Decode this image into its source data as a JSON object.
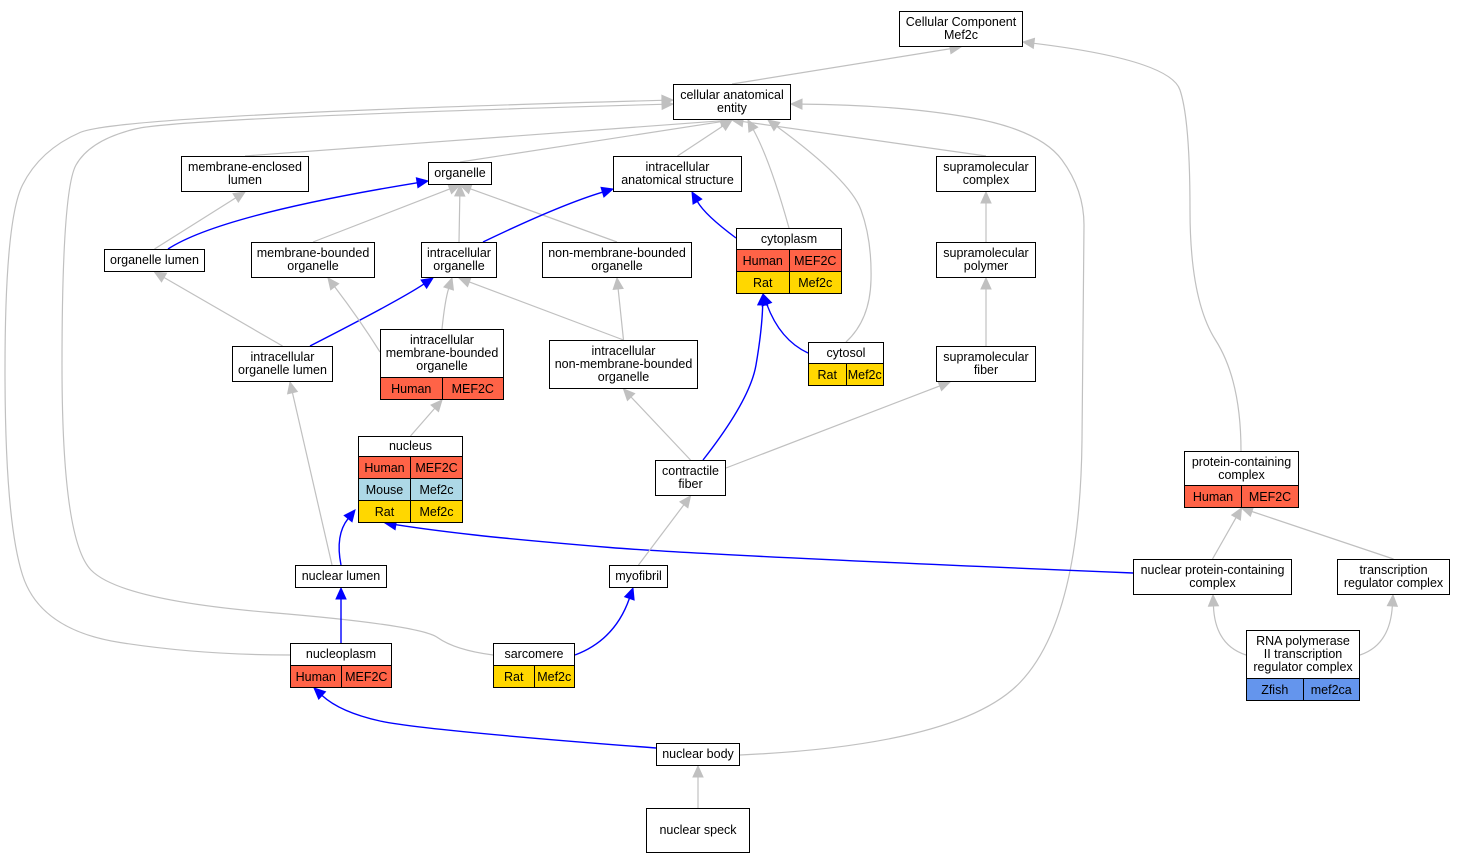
{
  "colors": {
    "Human": "#ff6347",
    "Mouse": "#add8e6",
    "Rat": "#ffd700",
    "Zfish": "#6495ed",
    "edge_gray": "#c0c0c0",
    "edge_blue": "#0000ff"
  },
  "nodes": {
    "cellular_component": {
      "title": "Cellular Component\nMef2c",
      "rows": []
    },
    "cellular_anatomical_entity": {
      "title": "cellular anatomical\nentity",
      "rows": []
    },
    "membrane_enclosed_lumen": {
      "title": "membrane-enclosed\nlumen",
      "rows": []
    },
    "organelle": {
      "title": "organelle",
      "rows": []
    },
    "intracellular_anatomical_structure": {
      "title": "intracellular\nanatomical structure",
      "rows": []
    },
    "supramolecular_complex": {
      "title": "supramolecular\ncomplex",
      "rows": []
    },
    "organelle_lumen": {
      "title": "organelle lumen",
      "rows": []
    },
    "membrane_bounded_organelle": {
      "title": "membrane-bounded\norganelle",
      "rows": []
    },
    "intracellular_organelle": {
      "title": "intracellular\norganelle",
      "rows": []
    },
    "non_membrane_bounded_organelle": {
      "title": "non-membrane-bounded\norganelle",
      "rows": []
    },
    "cytoplasm": {
      "title": "cytoplasm",
      "rows": [
        {
          "species": "Human",
          "gene": "MEF2C"
        },
        {
          "species": "Rat",
          "gene": "Mef2c"
        }
      ]
    },
    "supramolecular_polymer": {
      "title": "supramolecular\npolymer",
      "rows": []
    },
    "intracellular_membrane_bounded_organelle": {
      "title": "intracellular\nmembrane-bounded\norganelle",
      "rows": [
        {
          "species": "Human",
          "gene": "MEF2C"
        }
      ]
    },
    "intracellular_organelle_lumen": {
      "title": "intracellular\norganelle lumen",
      "rows": []
    },
    "intracellular_non_membrane_bounded_organelle": {
      "title": "intracellular\nnon-membrane-bounded\norganelle",
      "rows": []
    },
    "cytosol": {
      "title": "cytosol",
      "rows": [
        {
          "species": "Rat",
          "gene": "Mef2c"
        }
      ]
    },
    "supramolecular_fiber": {
      "title": "supramolecular\nfiber",
      "rows": []
    },
    "nucleus": {
      "title": "nucleus",
      "rows": [
        {
          "species": "Human",
          "gene": "MEF2C"
        },
        {
          "species": "Mouse",
          "gene": "Mef2c"
        },
        {
          "species": "Rat",
          "gene": "Mef2c"
        }
      ]
    },
    "contractile_fiber": {
      "title": "contractile\nfiber",
      "rows": []
    },
    "protein_containing_complex": {
      "title": "protein-containing\ncomplex",
      "rows": [
        {
          "species": "Human",
          "gene": "MEF2C"
        }
      ]
    },
    "nuclear_lumen": {
      "title": "nuclear lumen",
      "rows": []
    },
    "myofibril": {
      "title": "myofibril",
      "rows": []
    },
    "nuclear_protein_containing_complex": {
      "title": "nuclear protein-containing\ncomplex",
      "rows": []
    },
    "transcription_regulator_complex": {
      "title": "transcription\nregulator complex",
      "rows": []
    },
    "rna_polymerase_ii": {
      "title": "RNA polymerase\nII transcription\nregulator complex",
      "rows": [
        {
          "species": "Zfish",
          "gene": "mef2ca"
        }
      ]
    },
    "nucleoplasm": {
      "title": "nucleoplasm",
      "rows": [
        {
          "species": "Human",
          "gene": "MEF2C"
        }
      ]
    },
    "sarcomere": {
      "title": "sarcomere",
      "rows": [
        {
          "species": "Rat",
          "gene": "Mef2c"
        }
      ]
    },
    "nuclear_body": {
      "title": "nuclear body",
      "rows": []
    },
    "nuclear_speck": {
      "title": "nuclear speck",
      "rows": []
    }
  },
  "edges": [
    {
      "from": "cellular_anatomical_entity",
      "to": "cellular_component",
      "color": "gray"
    },
    {
      "from": "protein_containing_complex",
      "to": "cellular_component",
      "color": "gray"
    },
    {
      "from": "membrane_enclosed_lumen",
      "to": "cellular_anatomical_entity",
      "color": "gray"
    },
    {
      "from": "organelle",
      "to": "cellular_anatomical_entity",
      "color": "gray"
    },
    {
      "from": "intracellular_anatomical_structure",
      "to": "cellular_anatomical_entity",
      "color": "gray"
    },
    {
      "from": "cytoplasm",
      "to": "cellular_anatomical_entity",
      "color": "gray"
    },
    {
      "from": "cytosol",
      "to": "cellular_anatomical_entity",
      "color": "gray"
    },
    {
      "from": "supramolecular_complex",
      "to": "cellular_anatomical_entity",
      "color": "gray"
    },
    {
      "from": "nucleoplasm",
      "to": "cellular_anatomical_entity",
      "color": "gray"
    },
    {
      "from": "sarcomere",
      "to": "cellular_anatomical_entity",
      "color": "gray"
    },
    {
      "from": "nuclear_body",
      "to": "cellular_anatomical_entity",
      "color": "gray"
    },
    {
      "from": "organelle_lumen",
      "to": "membrane_enclosed_lumen",
      "color": "gray"
    },
    {
      "from": "organelle_lumen",
      "to": "organelle",
      "color": "blue"
    },
    {
      "from": "membrane_bounded_organelle",
      "to": "organelle",
      "color": "gray"
    },
    {
      "from": "intracellular_organelle",
      "to": "organelle",
      "color": "gray"
    },
    {
      "from": "non_membrane_bounded_organelle",
      "to": "organelle",
      "color": "gray"
    },
    {
      "from": "intracellular_organelle",
      "to": "intracellular_anatomical_structure",
      "color": "blue"
    },
    {
      "from": "cytoplasm",
      "to": "intracellular_anatomical_structure",
      "color": "blue"
    },
    {
      "from": "supramolecular_polymer",
      "to": "supramolecular_complex",
      "color": "gray"
    },
    {
      "from": "supramolecular_fiber",
      "to": "supramolecular_polymer",
      "color": "gray"
    },
    {
      "from": "intracellular_organelle_lumen",
      "to": "organelle_lumen",
      "color": "gray"
    },
    {
      "from": "intracellular_organelle_lumen",
      "to": "intracellular_organelle",
      "color": "blue"
    },
    {
      "from": "intracellular_membrane_bounded_organelle",
      "to": "membrane_bounded_organelle",
      "color": "gray"
    },
    {
      "from": "intracellular_membrane_bounded_organelle",
      "to": "intracellular_organelle",
      "color": "gray"
    },
    {
      "from": "intracellular_non_membrane_bounded_organelle",
      "to": "intracellular_organelle",
      "color": "gray"
    },
    {
      "from": "intracellular_non_membrane_bounded_organelle",
      "to": "non_membrane_bounded_organelle",
      "color": "gray"
    },
    {
      "from": "cytosol",
      "to": "cytoplasm",
      "color": "blue"
    },
    {
      "from": "contractile_fiber",
      "to": "cytoplasm",
      "color": "blue"
    },
    {
      "from": "nucleus",
      "to": "intracellular_membrane_bounded_organelle",
      "color": "gray"
    },
    {
      "from": "contractile_fiber",
      "to": "intracellular_non_membrane_bounded_organelle",
      "color": "gray"
    },
    {
      "from": "contractile_fiber",
      "to": "supramolecular_fiber",
      "color": "gray"
    },
    {
      "from": "nuclear_lumen",
      "to": "intracellular_organelle_lumen",
      "color": "gray"
    },
    {
      "from": "nuclear_lumen",
      "to": "nucleus",
      "color": "blue"
    },
    {
      "from": "nuclear_protein_containing_complex",
      "to": "nucleus",
      "color": "blue"
    },
    {
      "from": "myofibril",
      "to": "contractile_fiber",
      "color": "gray"
    },
    {
      "from": "nuclear_protein_containing_complex",
      "to": "protein_containing_complex",
      "color": "gray"
    },
    {
      "from": "transcription_regulator_complex",
      "to": "protein_containing_complex",
      "color": "gray"
    },
    {
      "from": "rna_polymerase_ii",
      "to": "nuclear_protein_containing_complex",
      "color": "gray"
    },
    {
      "from": "rna_polymerase_ii",
      "to": "transcription_regulator_complex",
      "color": "gray"
    },
    {
      "from": "nucleoplasm",
      "to": "nuclear_lumen",
      "color": "blue"
    },
    {
      "from": "sarcomere",
      "to": "myofibril",
      "color": "blue"
    },
    {
      "from": "nuclear_body",
      "to": "nucleoplasm",
      "color": "blue"
    },
    {
      "from": "nuclear_speck",
      "to": "nuclear_body",
      "color": "gray"
    }
  ]
}
